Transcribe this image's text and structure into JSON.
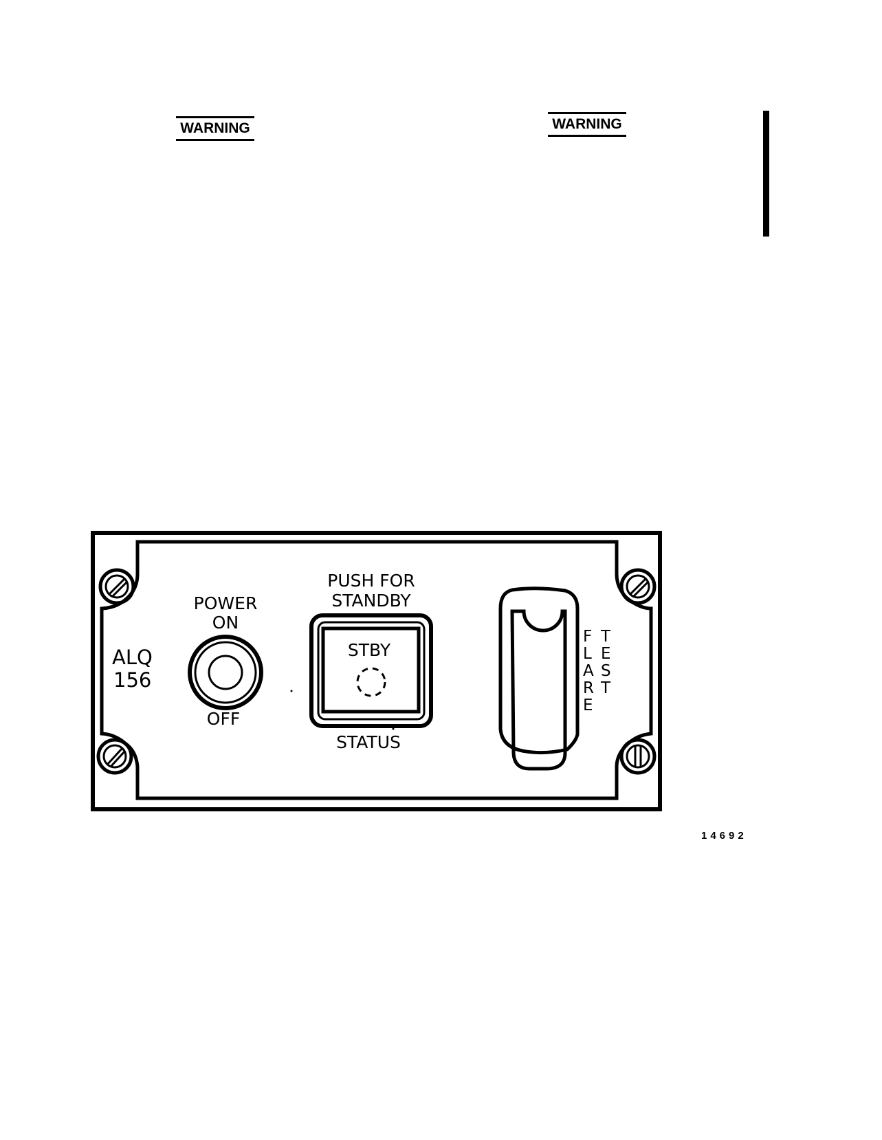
{
  "warnings": [
    "WARNING",
    "WARNING"
  ],
  "panel": {
    "id_line1": "ALQ",
    "id_line2": "156",
    "power_label_line1": "POWER",
    "power_label_line2": "ON",
    "power_off_label": "OFF",
    "push_label_line1": "PUSH FOR",
    "push_label_line2": "STANDBY",
    "stby_label": "STBY",
    "status_label": "STATUS",
    "flare_label": [
      "F",
      "L",
      "A",
      "R",
      "E"
    ],
    "test_label": [
      "T",
      "E",
      "S",
      "T"
    ]
  },
  "figure_number": "14692"
}
